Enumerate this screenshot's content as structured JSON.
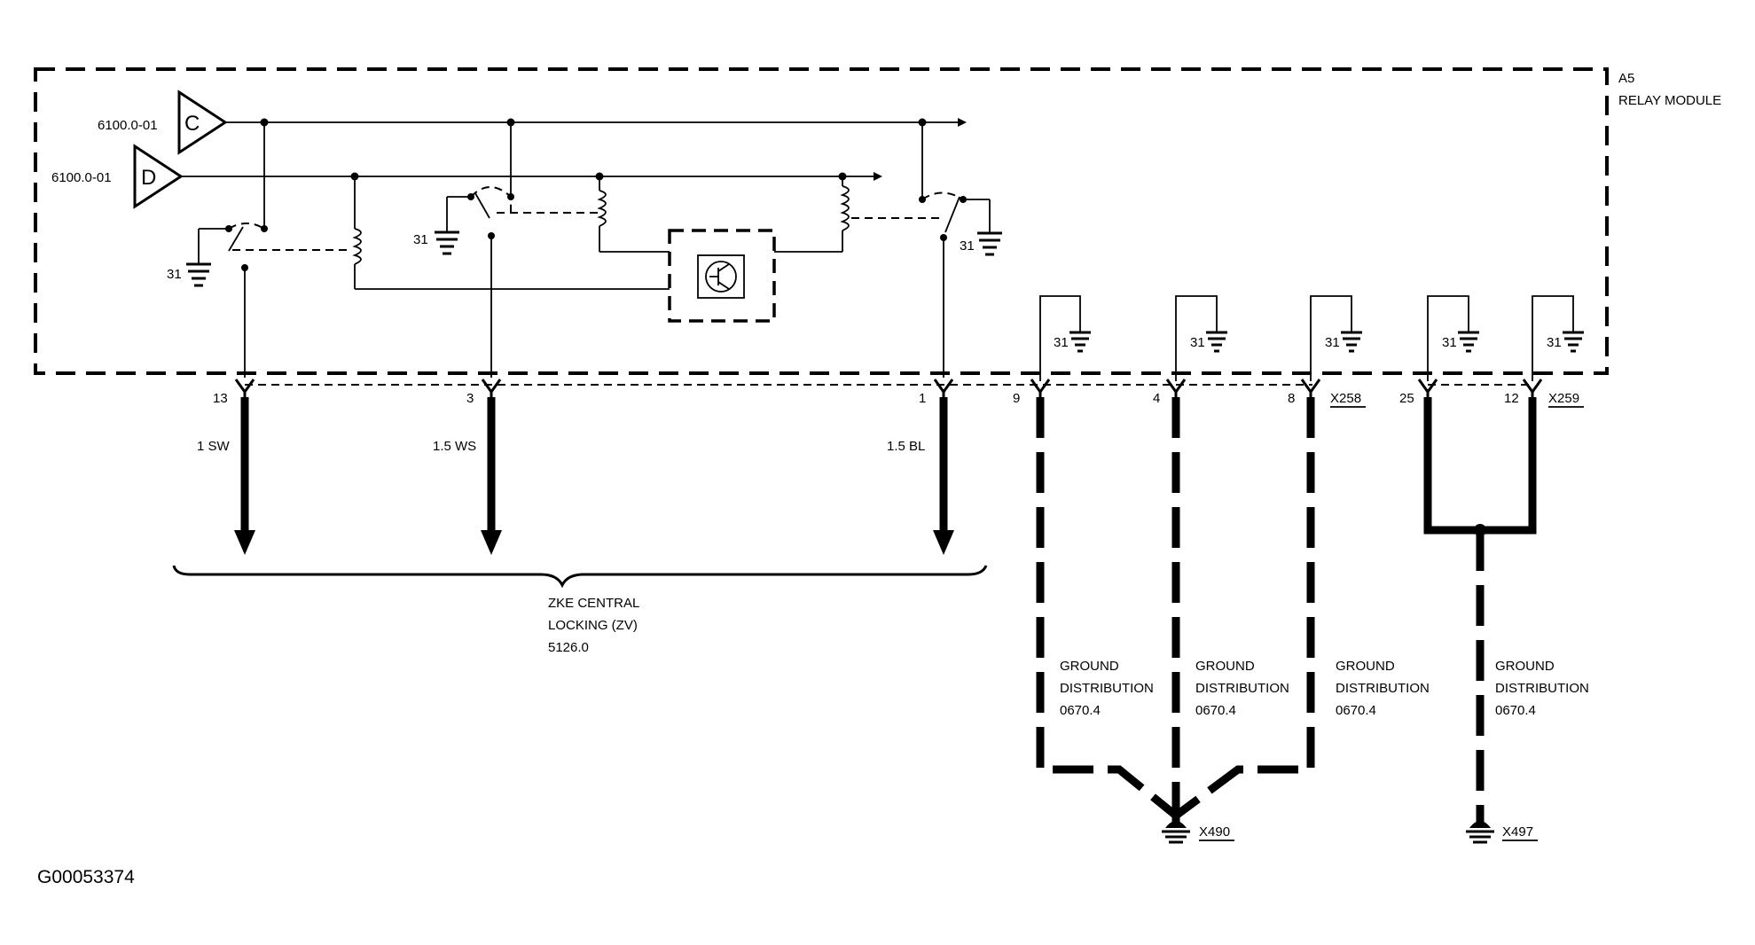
{
  "module": {
    "id": "A5",
    "name": "RELAY MODULE"
  },
  "inputs": [
    {
      "ref": "6100.0-01",
      "letter": "C"
    },
    {
      "ref": "6100.0-01",
      "letter": "D"
    }
  ],
  "ground_label": "31",
  "pins": [
    {
      "num": "13",
      "wire": "1 SW"
    },
    {
      "num": "3",
      "wire": "1.5 WS"
    },
    {
      "num": "1",
      "wire": "1.5 BL"
    },
    {
      "num": "9"
    },
    {
      "num": "4"
    },
    {
      "num": "8"
    },
    {
      "num": "25"
    },
    {
      "num": "12"
    }
  ],
  "connectors": [
    "X258",
    "X259"
  ],
  "destination": {
    "line1": "ZKE CENTRAL",
    "line2": "LOCKING (ZV)",
    "line3": "5126.0"
  },
  "ground_dist": {
    "line1": "GROUND",
    "line2": "DISTRIBUTION",
    "line3": "0670.4"
  },
  "ground_points": [
    "X490",
    "X497"
  ],
  "figure_id": "G00053374"
}
